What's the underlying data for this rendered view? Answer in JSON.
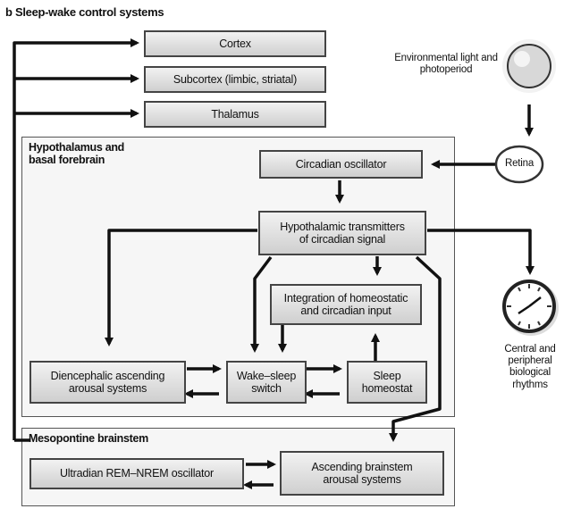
{
  "figure": {
    "title": "b  Sleep-wake control systems"
  },
  "regions": {
    "hypothalamus": "Hypothalamus and basal forebrain",
    "brainstem": "Mesopontine brainstem"
  },
  "boxes": {
    "cortex": "Cortex",
    "subcortex": "Subcortex (limbic, striatal)",
    "thalamus": "Thalamus",
    "circadian_oscillator": "Circadian oscillator",
    "hypothalamic_transmitters": "Hypothalamic transmitters of circadian signal",
    "integration": "Integration of homeostatic and circadian input",
    "diencephalic": "Diencephalic ascending arousal systems",
    "wake_sleep_switch": "Wake–sleep switch",
    "sleep_homeostat": "Sleep homeostat",
    "ultradian": "Ultradian REM–NREM oscillator",
    "ascending_brainstem": "Ascending brainstem arousal systems"
  },
  "labels": {
    "environmental_light": "Environmental light and photoperiod",
    "retina": "Retina",
    "rhythms": "Central and peripheral biological rhythms"
  },
  "icons": {
    "light": "sun-icon",
    "retina": "eye-icon",
    "clock": "clock-icon"
  }
}
